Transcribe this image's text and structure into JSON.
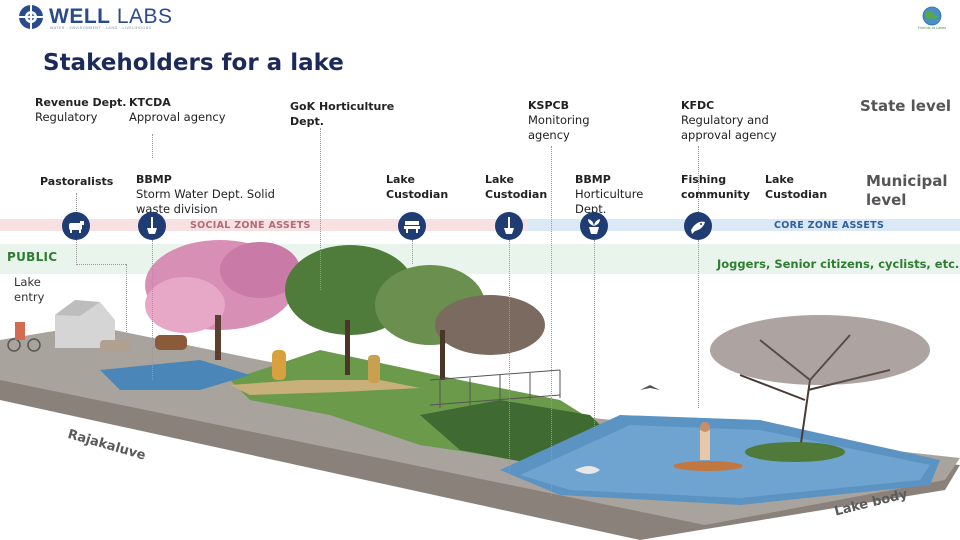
{
  "header": {
    "logo_bold": "WELL",
    "logo_light": " LABS",
    "logo_tagline": "WATER · ENVIRONMENT · LAND · LIVELIHOODS",
    "partner_caption": "Friends of Lakes"
  },
  "title": "Stakeholders for a lake",
  "levels": {
    "state": "State level",
    "municipal": "Municipal level"
  },
  "bands": {
    "social": "SOCIAL ZONE ASSETS",
    "core": "CORE ZONE ASSETS",
    "public": "PUBLIC",
    "public_users": "Joggers, Senior citizens, cyclists, etc."
  },
  "state_stakeholders": [
    {
      "name": "Revenue Dept.",
      "role": "Regulatory"
    },
    {
      "name": "KTCDA",
      "role": "Approval agency"
    },
    {
      "name": "GoK Horticulture",
      "role": "Dept."
    },
    {
      "name": "KSPCB",
      "role": "Monitoring agency"
    },
    {
      "name": "KFDC",
      "role": "Regulatory and approval agency"
    }
  ],
  "municipal_stakeholders": [
    {
      "name": "Pastoralists",
      "role": ""
    },
    {
      "name": "BBMP",
      "role": "Storm Water Dept. Solid waste division"
    },
    {
      "name": "Lake",
      "role": "Custodian"
    },
    {
      "name": "Lake",
      "role": "Custodian"
    },
    {
      "name": "BBMP",
      "role": "Horticulture Dept."
    },
    {
      "name": "Fishing",
      "role": "community"
    },
    {
      "name": "Lake",
      "role": "Custodian"
    }
  ],
  "asset_icons": [
    "cow-icon",
    "cleaning-icon",
    "bench-icon",
    "cleaning-icon",
    "plant-icon",
    "fish-icon"
  ],
  "scene_labels": {
    "lake_entry": "Lake entry",
    "rajakaluve": "Rajakaluve",
    "lake_body": "Lake body"
  },
  "colors": {
    "navy": "#1b2a5a",
    "icon_bg": "#1f3d73",
    "social_band": "#f7e1e3",
    "core_band": "#dbe8f5",
    "public_band": "#e9f5ec",
    "public_text": "#2f7d32"
  }
}
